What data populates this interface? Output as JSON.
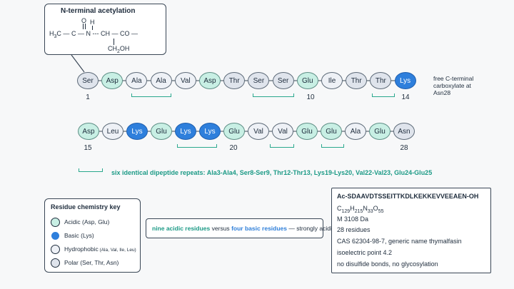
{
  "acetylation": {
    "title": "N-terminal acetylation",
    "o_atom": "O",
    "h_atom": "H",
    "h3c": "H",
    "h3c_sub": "3",
    "h3c_tail": "C",
    "dash1": "—",
    "c_atom": "C",
    "dash2": "—",
    "n_atom": "N",
    "dash3": "---",
    "ch_atom": "CH",
    "dash4": "—",
    "co_atom": "CO",
    "dash5": "—",
    "side_prefix": "CH",
    "side_sub": "2",
    "side_suffix": "OH"
  },
  "row1": [
    {
      "name": "Ser",
      "type": "polar"
    },
    {
      "name": "Asp",
      "type": "acidic"
    },
    {
      "name": "Ala",
      "type": "hydrophobic"
    },
    {
      "name": "Ala",
      "type": "hydrophobic"
    },
    {
      "name": "Val",
      "type": "hydrophobic"
    },
    {
      "name": "Asp",
      "type": "acidic"
    },
    {
      "name": "Thr",
      "type": "polar"
    },
    {
      "name": "Ser",
      "type": "polar"
    },
    {
      "name": "Ser",
      "type": "polar"
    },
    {
      "name": "Glu",
      "type": "acidic"
    },
    {
      "name": "Ile",
      "type": "hydrophobic"
    },
    {
      "name": "Thr",
      "type": "polar"
    },
    {
      "name": "Thr",
      "type": "polar"
    },
    {
      "name": "Lys",
      "type": "basic"
    }
  ],
  "row2": [
    {
      "name": "Asp",
      "type": "acidic"
    },
    {
      "name": "Leu",
      "type": "hydrophobic"
    },
    {
      "name": "Lys",
      "type": "basic"
    },
    {
      "name": "Glu",
      "type": "acidic"
    },
    {
      "name": "Lys",
      "type": "basic"
    },
    {
      "name": "Lys",
      "type": "basic"
    },
    {
      "name": "Glu",
      "type": "acidic"
    },
    {
      "name": "Val",
      "type": "hydrophobic"
    },
    {
      "name": "Val",
      "type": "hydrophobic"
    },
    {
      "name": "Glu",
      "type": "acidic"
    },
    {
      "name": "Glu",
      "type": "acidic"
    },
    {
      "name": "Ala",
      "type": "hydrophobic"
    },
    {
      "name": "Glu",
      "type": "acidic"
    },
    {
      "name": "Asn",
      "type": "polar"
    }
  ],
  "numbers": {
    "row1": {
      "first": "1",
      "tenth": "10",
      "last": "14"
    },
    "row2": {
      "first": "15",
      "twentieth": "20",
      "last": "28"
    }
  },
  "c_terminal_note": [
    "free C-terminal",
    "carboxylate at",
    "Asn28"
  ],
  "repeats_text": "six identical dipeptide repeats: Ala3-Ala4, Ser8-Ser9, Thr12-Thr13, Lys19-Lys20, Val22-Val23, Glu24-Glu25",
  "legend": {
    "title": "Residue chemistry key",
    "items": [
      {
        "type": "acidic",
        "label": "Acidic (Asp, Glu)",
        "small": ""
      },
      {
        "type": "basic",
        "label": "Basic (Lys)",
        "small": ""
      },
      {
        "type": "hydrophobic",
        "label": "Hydrophobic",
        "small": " (Ala, Val, Ile, Leu)"
      },
      {
        "type": "polar",
        "label": "Polar (Ser, Thr, Asn)",
        "small": ""
      }
    ]
  },
  "charge_summary": {
    "acidic": "nine acidic residues",
    "versus": "versus",
    "basic": "four basic residues",
    "tail": "— strongly acidic"
  },
  "info": {
    "sequence": "Ac-SDAAVDTSSEITTKDLKEKKEVVEEAEN-OH",
    "formula": [
      {
        "t": "C",
        "sub": false
      },
      {
        "t": "129",
        "sub": true
      },
      {
        "t": "H",
        "sub": false
      },
      {
        "t": "215",
        "sub": true
      },
      {
        "t": "N",
        "sub": false
      },
      {
        "t": "33",
        "sub": true
      },
      {
        "t": "O",
        "sub": false
      },
      {
        "t": "55",
        "sub": true
      }
    ],
    "mass": "M 3108 Da",
    "residues": "28 residues",
    "cas": "CAS 62304-98-7, generic name thymalfasin",
    "pi": "isoelectric point 4.2",
    "mods": "no disulfide bonds, no glycosylation"
  }
}
